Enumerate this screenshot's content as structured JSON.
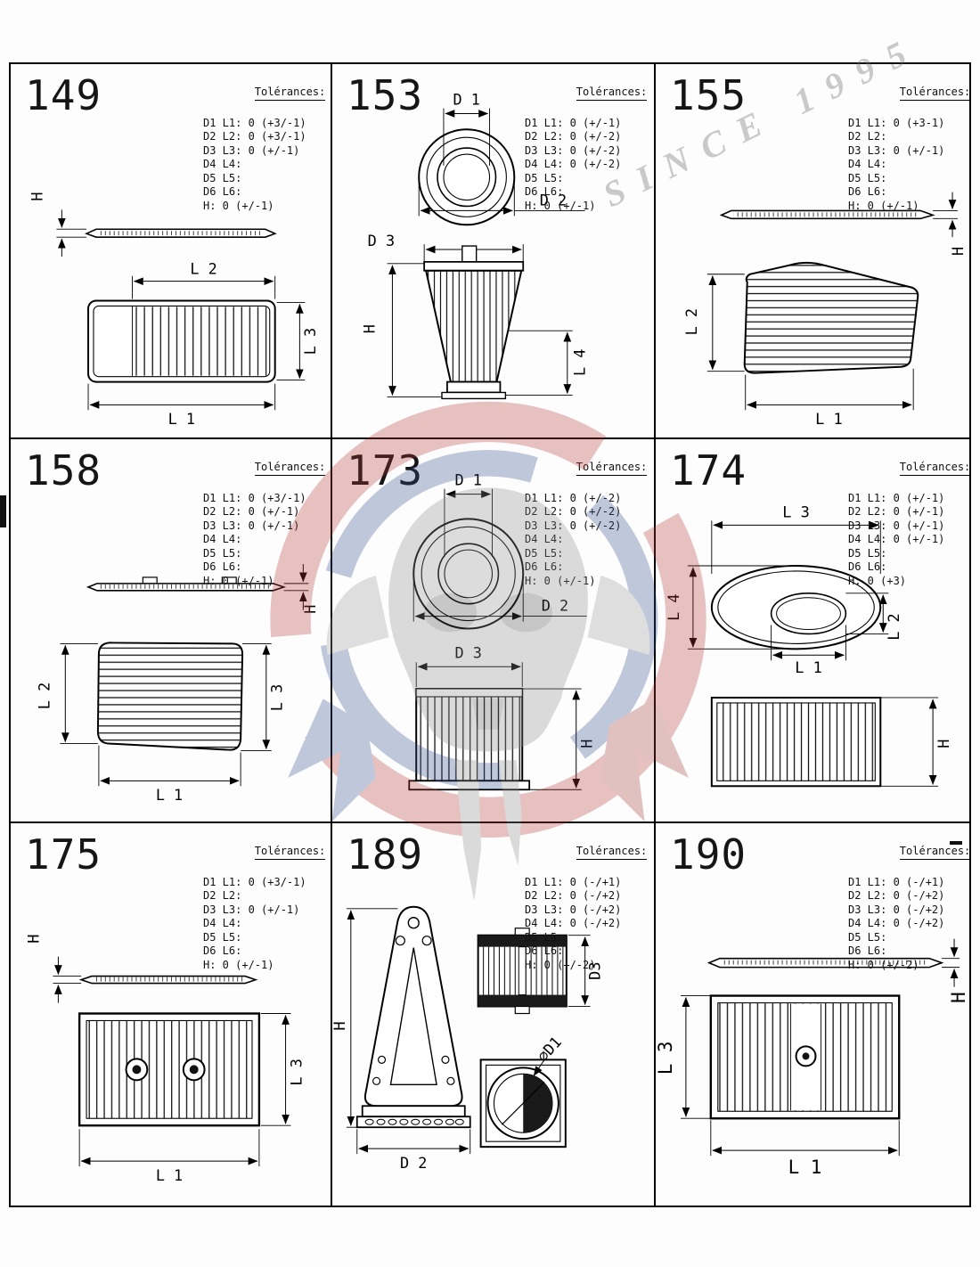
{
  "tolerances_heading": "Tolérances:",
  "watermark": {
    "since_text": "SINCE 1995"
  },
  "cells": [
    {
      "part_number": "149",
      "tol": [
        "D1 L1: 0 (+3/-1)",
        "D2 L2: 0 (+3/-1)",
        "D3 L3: 0 (+/-1)",
        "D4 L4:",
        "D5 L5:",
        "D6 L6:",
        "H: 0 (+/-1)"
      ],
      "labels": {
        "h": "H",
        "l1": "L 1",
        "l2": "L 2",
        "l3": "L 3"
      }
    },
    {
      "part_number": "153",
      "tol": [
        "D1 L1: 0 (+/-1)",
        "D2 L2: 0 (+/-2)",
        "D3 L3: 0 (+/-2)",
        "D4 L4: 0 (+/-2)",
        "D5 L5:",
        "D6 L6:",
        "H: 0 (+/-1)"
      ],
      "labels": {
        "d1": "D 1",
        "d2": "D 2",
        "d3": "D 3",
        "h": "H",
        "l4": "L 4"
      }
    },
    {
      "part_number": "155",
      "tol": [
        "D1 L1: 0 (+3-1)",
        "D2 L2:",
        "D3 L3: 0 (+/-1)",
        "D4 L4:",
        "D5 L5:",
        "D6 L6:",
        "H: 0 (+/-1)"
      ],
      "labels": {
        "h": "H",
        "l1": "L 1",
        "l2": "L 2"
      }
    },
    {
      "part_number": "158",
      "tol": [
        "D1 L1: 0 (+3/-1)",
        "D2 L2: 0 (+/-1)",
        "D3 L3: 0 (+/-1)",
        "D4 L4:",
        "D5 L5:",
        "D6 L6:",
        "H: 0 (+/-1)"
      ],
      "labels": {
        "h": "H",
        "l1": "L 1",
        "l2": "L 2",
        "l3": "L 3"
      }
    },
    {
      "part_number": "173",
      "tol": [
        "D1 L1: 0 (+/-2)",
        "D2 L2: 0 (+/-2)",
        "D3 L3: 0 (+/-2)",
        "D4 L4:",
        "D5 L5:",
        "D6 L6:",
        "H: 0 (+/-1)"
      ],
      "labels": {
        "d1": "D 1",
        "d2": "D 2",
        "d3": "D 3",
        "h": "H"
      }
    },
    {
      "part_number": "174",
      "tol": [
        "D1 L1: 0 (+/-1)",
        "D2 L2: 0 (+/-1)",
        "D3 L3: 0 (+/-1)",
        "D4 L4: 0 (+/-1)",
        "D5 L5:",
        "D6 L6:",
        "H: 0 (+3)"
      ],
      "labels": {
        "h": "H",
        "l1": "L 1",
        "l2": "L 2",
        "l3": "L 3",
        "l4": "L 4"
      }
    },
    {
      "part_number": "175",
      "tol": [
        "D1 L1: 0 (+3/-1)",
        "D2 L2:",
        "D3 L3: 0 (+/-1)",
        "D4 L4:",
        "D5 L5:",
        "D6 L6:",
        "H: 0 (+/-1)"
      ],
      "labels": {
        "h": "H",
        "l1": "L 1",
        "l3": "L 3"
      }
    },
    {
      "part_number": "189",
      "tol": [
        "D1 L1: 0 (-/+1)",
        "D2 L2: 0 (-/+2)",
        "D3 L3: 0 (-/+2)",
        "D4 L4: 0 (-/+2)",
        "D5 L5:",
        "D6 L6:",
        "H: 0 (+/-2)"
      ],
      "labels": {
        "h": "H",
        "d1": "⌀D1",
        "d2": "D 2",
        "d3": "D3"
      }
    },
    {
      "part_number": "190",
      "tol": [
        "D1 L1: 0 (-/+1)",
        "D2 L2: 0 (-/+2)",
        "D3 L3: 0 (-/+2)",
        "D4 L4: 0 (-/+2)",
        "D5 L5:",
        "D6 L6:",
        "H: 0 (+/-2)"
      ],
      "labels": {
        "h": "H",
        "l1": "L 1",
        "l3": "L 3"
      }
    }
  ]
}
